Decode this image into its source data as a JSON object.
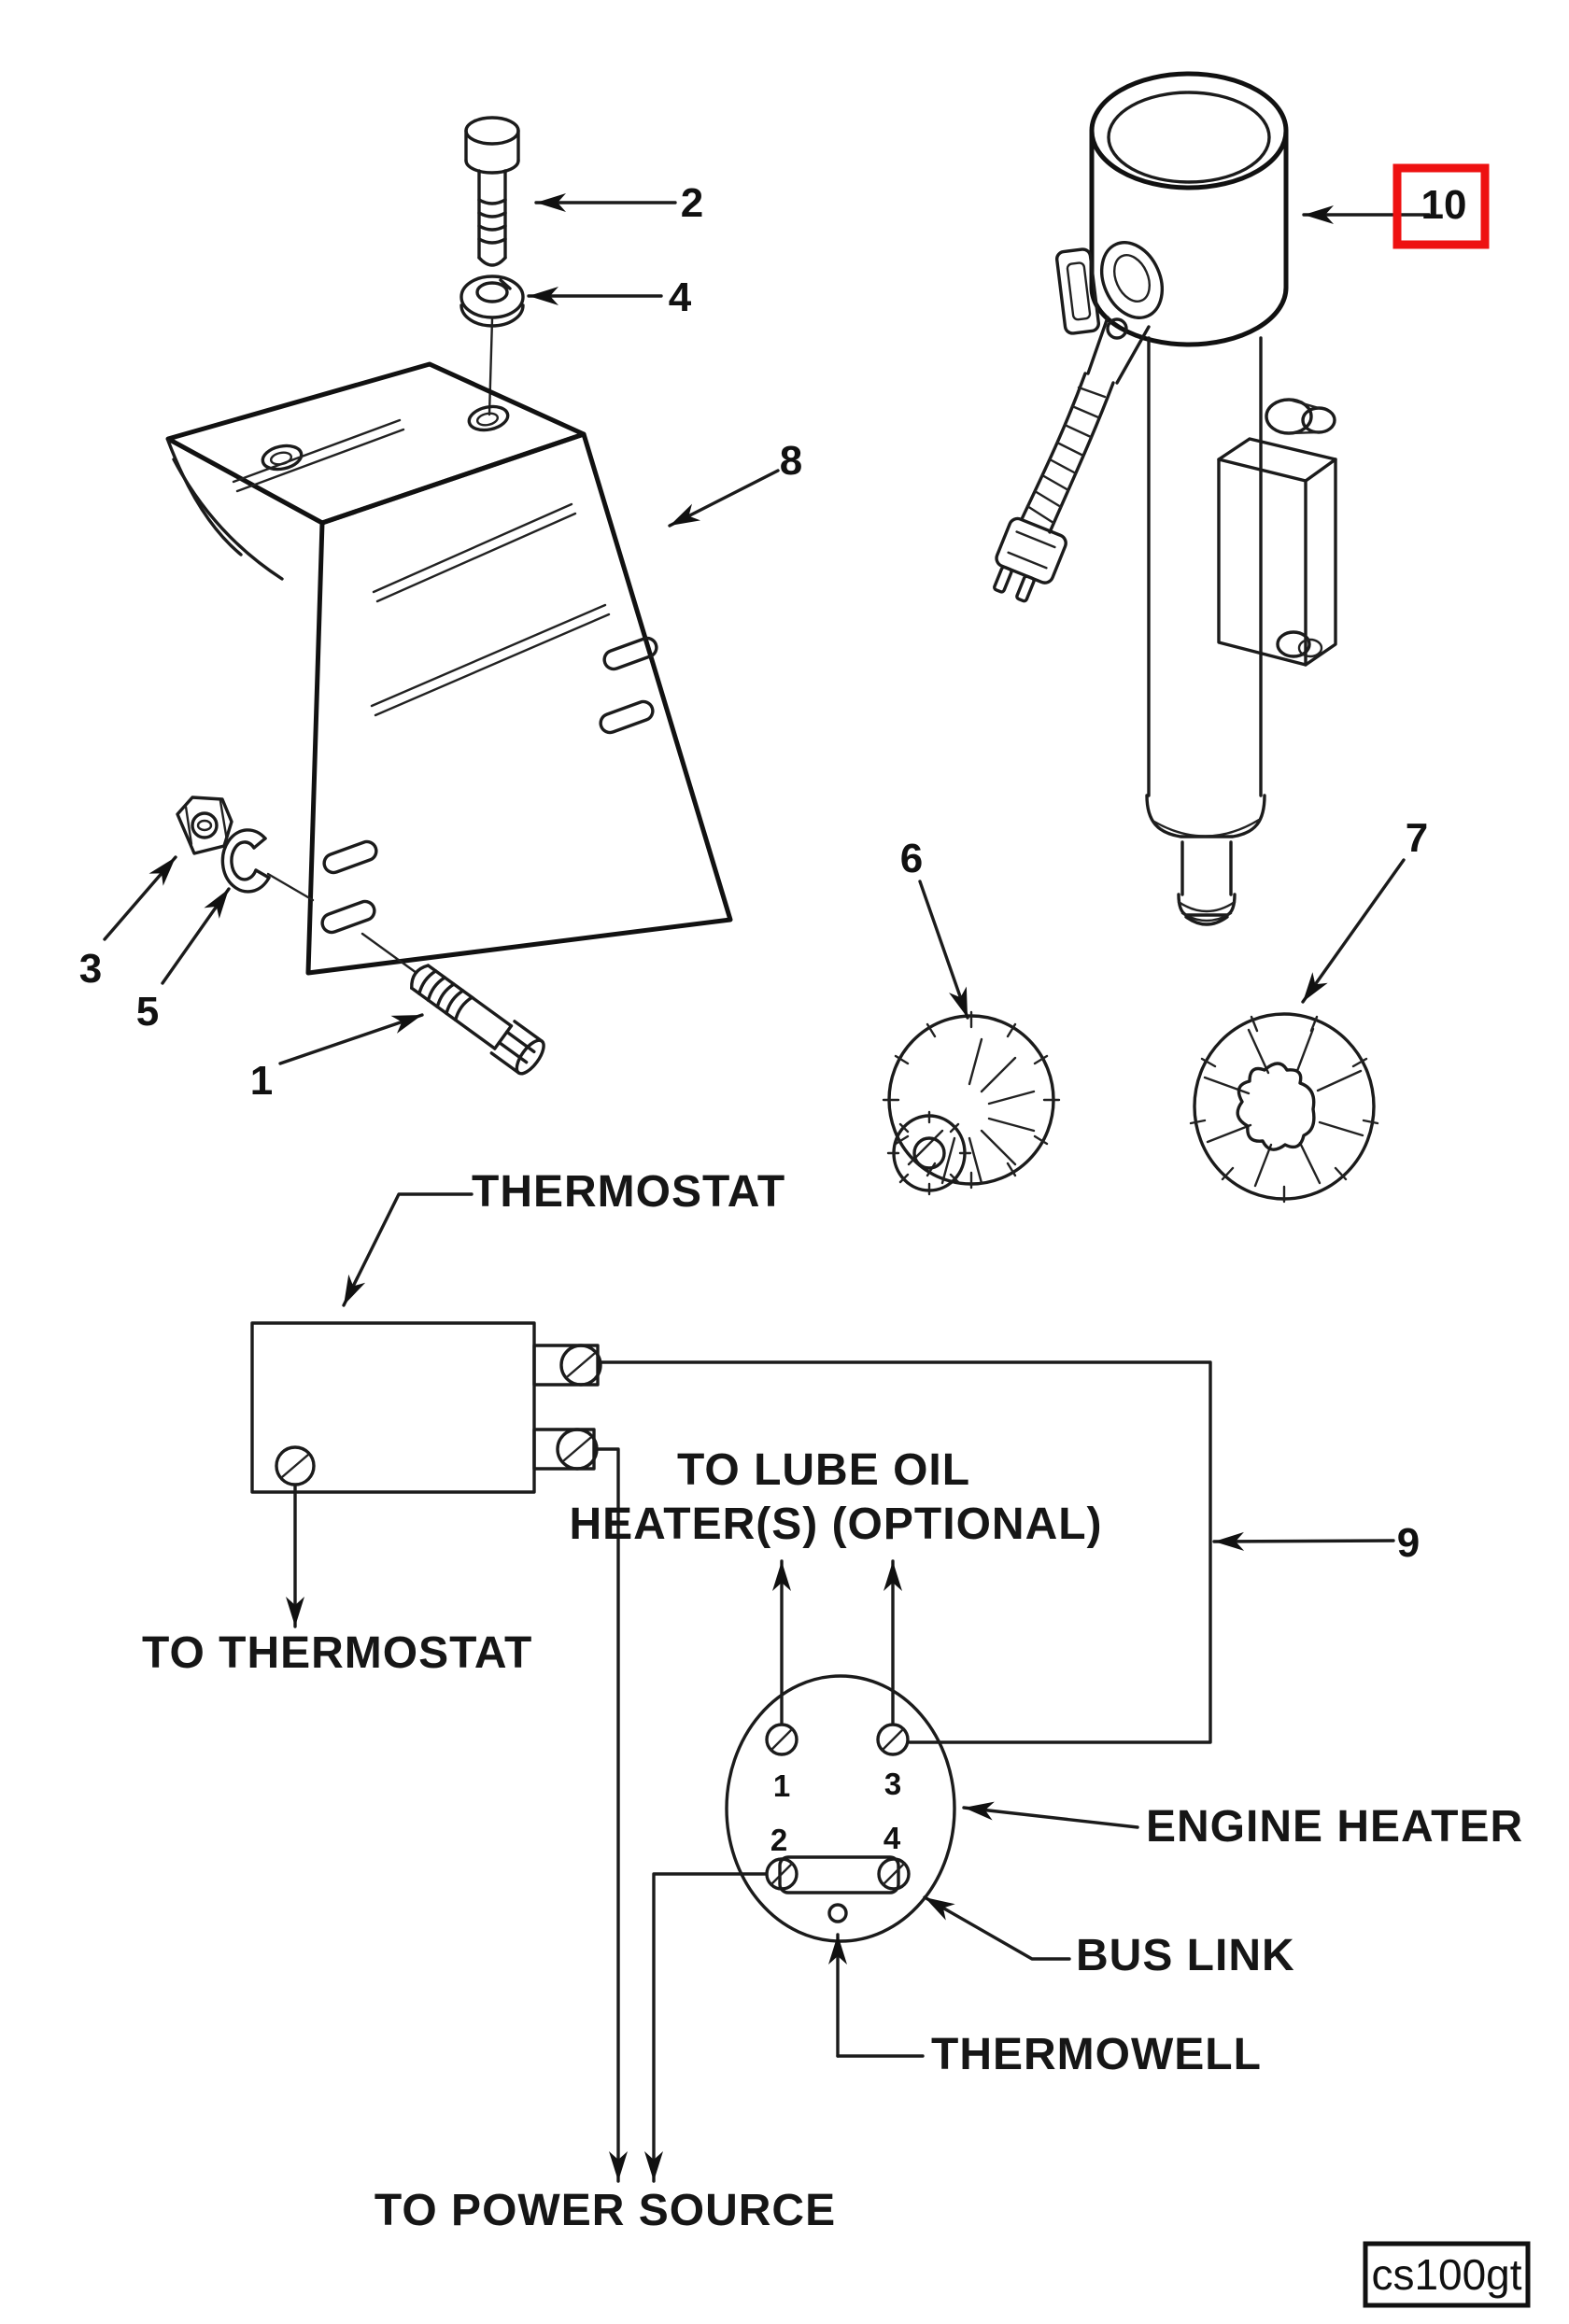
{
  "figure": {
    "part_code": "cs100gt",
    "highlight_color": "#ee1111",
    "highlighted_callout": "10",
    "callouts": {
      "n1": "1",
      "n2": "2",
      "n3": "3",
      "n4": "4",
      "n5": "5",
      "n6": "6",
      "n7": "7",
      "n8": "8",
      "n9": "9",
      "n10": "10"
    },
    "schematic": {
      "thermostat": "THERMOSTAT",
      "to_thermostat": "TO THERMOSTAT",
      "to_lube_oil_line1": "TO LUBE OIL",
      "to_lube_oil_line2": "HEATER(S) (OPTIONAL)",
      "engine_heater": "ENGINE HEATER",
      "bus_link": "BUS LINK",
      "thermowell": "THERMOWELL",
      "to_power_source": "TO POWER SOURCE",
      "terminals": {
        "t1": "1",
        "t2": "2",
        "t3": "3",
        "t4": "4"
      }
    }
  }
}
